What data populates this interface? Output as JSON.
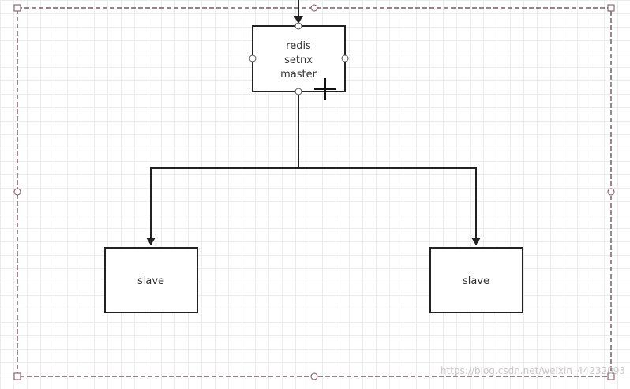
{
  "diagram": {
    "master_node": {
      "lines": [
        "redis",
        "setnx",
        "master"
      ]
    },
    "slave_nodes": [
      {
        "label": "slave"
      },
      {
        "label": "slave"
      }
    ],
    "watermark": "https://blog.csdn.net/weixin_44232093"
  },
  "colors": {
    "stroke": "#222222",
    "selection_dash": "#5a3a3a",
    "handle_stroke": "#7a4a5a",
    "grid": "#ececec"
  },
  "icons": {
    "cursor": "crosshair-cursor-icon"
  }
}
